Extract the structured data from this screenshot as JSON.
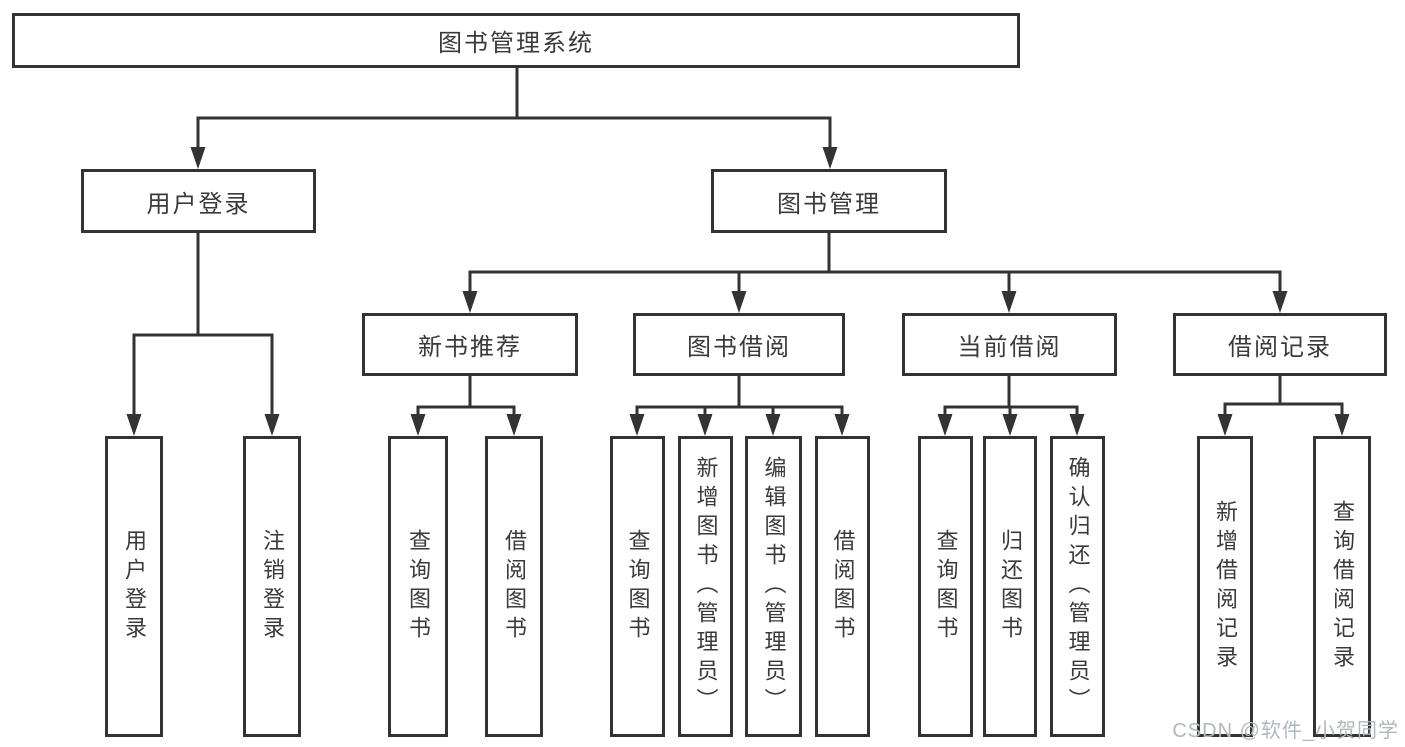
{
  "diagram": {
    "tree": {
      "label": "图书管理系统",
      "children": [
        {
          "label": "用户登录",
          "children": [
            {
              "label": "用户登录"
            },
            {
              "label": "注销登录"
            }
          ]
        },
        {
          "label": "图书管理",
          "children": [
            {
              "label": "新书推荐",
              "children": [
                {
                  "label": "查询图书"
                },
                {
                  "label": "借阅图书"
                }
              ]
            },
            {
              "label": "图书借阅",
              "children": [
                {
                  "label": "查询图书"
                },
                {
                  "label": "新增图书（管理员）"
                },
                {
                  "label": "编辑图书（管理员）"
                },
                {
                  "label": "借阅图书"
                }
              ]
            },
            {
              "label": "当前借阅",
              "children": [
                {
                  "label": "查询图书"
                },
                {
                  "label": "归还图书"
                },
                {
                  "label": "确认归还（管理员）"
                }
              ]
            },
            {
              "label": "借阅记录",
              "children": [
                {
                  "label": "新增借阅记录"
                },
                {
                  "label": "查询借阅记录"
                }
              ]
            }
          ]
        }
      ]
    },
    "colors": {
      "line": "#333333",
      "box_border": "#333333",
      "text": "#3a3a3a",
      "background": "#ffffff",
      "watermark": "#b2b7be"
    }
  },
  "watermark": {
    "text": "CSDN @软件_小贺同学"
  }
}
